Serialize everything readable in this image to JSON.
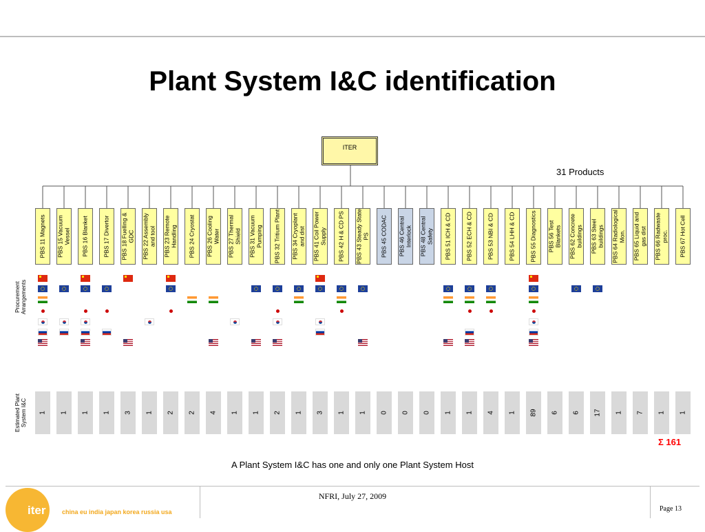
{
  "title": "Plant System I&C identification",
  "root_label": "ITER",
  "products_label": "31 Products",
  "procurement_label": "Procurement Arrangements",
  "estimated_label": "Estimated Plant System I&C",
  "sigma_text": "Σ  161",
  "caption": "A Plant System I&C has one and only one Plant System Host",
  "footer": {
    "date": "NFRI, July 27, 2009",
    "page": "Page 13",
    "logo": "iter",
    "tagline": "china eu india japan korea russia usa"
  },
  "colors": {
    "box_yellow": "#ffffa0",
    "box_blue": "#c9d5e6",
    "estimate_gray": "#d9d9d9",
    "sigma_red": "#ff0000"
  },
  "systems": [
    {
      "label": "PBS 11 Magnets",
      "estimate": "1",
      "highlight": false,
      "flags": [
        "cn",
        "eu",
        "in",
        "jp",
        "kr",
        "ru",
        "us"
      ]
    },
    {
      "label": "PBS 15 Vacuum Vessel",
      "estimate": "1",
      "highlight": false,
      "flags": [
        "eu",
        "kr",
        "ru"
      ]
    },
    {
      "label": "PBS 16 Blanket",
      "estimate": "1",
      "highlight": false,
      "flags": [
        "cn",
        "eu",
        "jp",
        "kr",
        "ru",
        "us"
      ]
    },
    {
      "label": "PBS 17 Divertor",
      "estimate": "1",
      "highlight": false,
      "flags": [
        "eu",
        "jp",
        "ru"
      ]
    },
    {
      "label": "PBS 18 Fuelling & GDC",
      "estimate": "3",
      "highlight": false,
      "flags": [
        "cn",
        "us"
      ]
    },
    {
      "label": "PBS 22 Assembly and tool",
      "estimate": "1",
      "highlight": false,
      "flags": [
        "kr"
      ]
    },
    {
      "label": "PBS 23 Remote Handling",
      "estimate": "2",
      "highlight": false,
      "flags": [
        "cn",
        "eu",
        "jp"
      ]
    },
    {
      "label": "PBS 24 Cryostat",
      "estimate": "2",
      "highlight": false,
      "flags": [
        "in"
      ]
    },
    {
      "label": "PBS 26 Cooling Water",
      "estimate": "4",
      "highlight": false,
      "flags": [
        "in",
        "us"
      ]
    },
    {
      "label": "PBS 27 Thermal Shield",
      "estimate": "1",
      "highlight": false,
      "flags": [
        "kr"
      ]
    },
    {
      "label": "PBS 31 Vacuum Pumping",
      "estimate": "1",
      "highlight": false,
      "flags": [
        "eu",
        "us"
      ]
    },
    {
      "label": "PBS 32 Tritium Plant",
      "estimate": "2",
      "highlight": false,
      "flags": [
        "eu",
        "jp",
        "kr",
        "us"
      ]
    },
    {
      "label": "PBS 34 Cryoplant and dist",
      "estimate": "1",
      "highlight": false,
      "flags": [
        "eu",
        "in"
      ]
    },
    {
      "label": "PBS 41 Coil Power Supply",
      "estimate": "3",
      "highlight": false,
      "flags": [
        "cn",
        "eu",
        "kr",
        "ru"
      ]
    },
    {
      "label": "PBS 42 H & CD PS",
      "estimate": "1",
      "highlight": false,
      "flags": [
        "eu",
        "in",
        "jp"
      ]
    },
    {
      "label": "PBS 43 Steady State PS",
      "estimate": "1",
      "highlight": false,
      "flags": [
        "eu",
        "us"
      ]
    },
    {
      "label": "PBS 45 CODAC",
      "estimate": "0",
      "highlight": true,
      "flags": []
    },
    {
      "label": "PBS 46 Central Interlock",
      "estimate": "0",
      "highlight": true,
      "flags": []
    },
    {
      "label": "PBS 48 Central Safety",
      "estimate": "0",
      "highlight": true,
      "flags": []
    },
    {
      "label": "PBS 51 ICH & CD",
      "estimate": "1",
      "highlight": false,
      "flags": [
        "eu",
        "in",
        "us"
      ]
    },
    {
      "label": "PBS 52 ECH & CD",
      "estimate": "1",
      "highlight": false,
      "flags": [
        "eu",
        "in",
        "jp",
        "ru",
        "us"
      ]
    },
    {
      "label": "PBS 53 NBI & CD",
      "estimate": "4",
      "highlight": false,
      "flags": [
        "eu",
        "in",
        "jp"
      ]
    },
    {
      "label": "PBS 54 LHH & CD",
      "estimate": "1",
      "highlight": false,
      "flags": []
    },
    {
      "label": "PBS 55 Diagnostics",
      "estimate": "89",
      "highlight": false,
      "flags": [
        "cn",
        "eu",
        "in",
        "jp",
        "kr",
        "ru",
        "us"
      ]
    },
    {
      "label": "PBS 56 Test Blankets",
      "estimate": "6",
      "highlight": false,
      "flags": []
    },
    {
      "label": "PBS 62 Concrete buildings",
      "estimate": "6",
      "highlight": false,
      "flags": [
        "eu"
      ]
    },
    {
      "label": "PBS 63 Steel buildings",
      "estimate": "17",
      "highlight": false,
      "flags": [
        "eu"
      ]
    },
    {
      "label": "PBS 64 Radiological Mon.",
      "estimate": "1",
      "highlight": false,
      "flags": []
    },
    {
      "label": "PBS 65 Liquid and gas dist",
      "estimate": "7",
      "highlight": false,
      "flags": []
    },
    {
      "label": "PBS 66 Radwaste proc.",
      "estimate": "1",
      "highlight": false,
      "flags": []
    },
    {
      "label": "PBS 67 Hot Cell",
      "estimate": "1",
      "highlight": false,
      "flags": []
    }
  ]
}
